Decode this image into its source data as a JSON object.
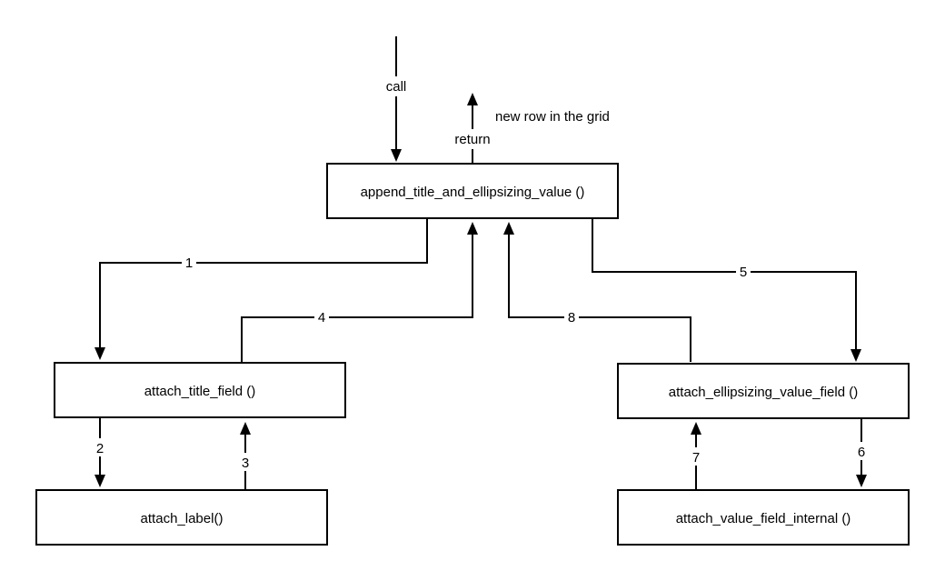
{
  "nodes": {
    "append": "append_title_and_ellipsizing_value ()",
    "attach_title": "attach_title_field ()",
    "attach_label": "attach_label()",
    "attach_ellipsizing": "attach_ellipsizing_value_field ()",
    "attach_value_internal": "attach_value_field_internal ()"
  },
  "edges": {
    "call": "call",
    "return": "return",
    "new_row_note": "new row in the grid",
    "e1": "1",
    "e2": "2",
    "e3": "3",
    "e4": "4",
    "e5": "5",
    "e6": "6",
    "e7": "7",
    "e8": "8"
  }
}
